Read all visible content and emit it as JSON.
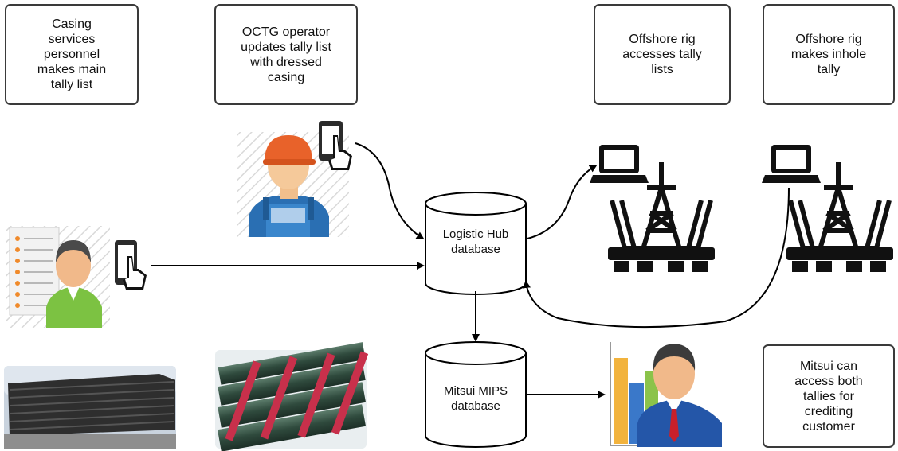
{
  "boxes": {
    "casing_services": "Casing\nservices\npersonnel\nmakes main\ntally list",
    "octg_operator": "OCTG operator\nupdates tally list\nwith dressed\ncasing",
    "offshore_access": "Offshore rig\naccesses tally\nlists",
    "offshore_inhole": "Offshore rig\nmakes inhole\ntally",
    "mitsui_access": "Mitsui  can\naccess both\ntallies for\ncrediting\ncustomer"
  },
  "databases": {
    "logistic_hub": "Logistic Hub\ndatabase",
    "mitsui_mips": "Mitsui MIPS\ndatabase"
  },
  "colors": {
    "box_border": "#3a3a3a",
    "arrow": "#000000",
    "worker_helmet": "#e8622a",
    "worker_overalls": "#2a6fb3",
    "manager_shirt": "#7cc242",
    "pipe_band": "#c8304b",
    "chart_bars": [
      "#f2b33d",
      "#3a78c9",
      "#8bc34a"
    ]
  }
}
